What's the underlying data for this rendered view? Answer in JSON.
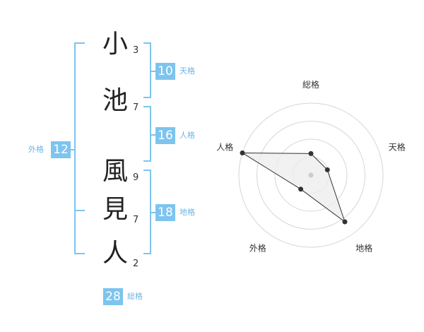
{
  "name": {
    "chars": [
      {
        "char": "小",
        "strokes": "3"
      },
      {
        "char": "池",
        "strokes": "7"
      },
      {
        "char": "風",
        "strokes": "9"
      },
      {
        "char": "見",
        "strokes": "7"
      },
      {
        "char": "人",
        "strokes": "2"
      }
    ]
  },
  "fortunes": {
    "tenkaku": {
      "value": "10",
      "label": "天格"
    },
    "jinkaku": {
      "value": "16",
      "label": "人格"
    },
    "chikaku": {
      "value": "18",
      "label": "地格"
    },
    "gaikaku": {
      "value": "12",
      "label": "外格"
    },
    "soukaku": {
      "value": "28",
      "label": "総格"
    }
  },
  "radar": {
    "axes": [
      "総格",
      "天格",
      "地格",
      "外格",
      "人格"
    ],
    "values": [
      1.5,
      1.2,
      4.0,
      1.2,
      5.0
    ],
    "max": 5,
    "rings": 4,
    "center_dot_color": "#cccccc",
    "fill_color": "#eeeeee",
    "line_color": "#333333"
  },
  "colors": {
    "accent": "#7dc4ef"
  }
}
